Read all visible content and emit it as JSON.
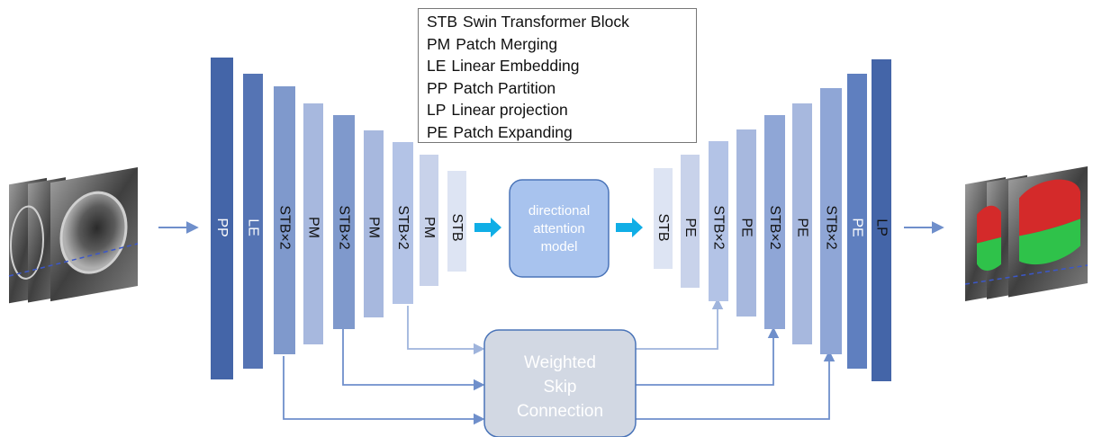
{
  "legend": {
    "items": [
      {
        "abbr": "STB",
        "text": "Swin Transformer Block"
      },
      {
        "abbr": "PM",
        "text": "Patch Merging"
      },
      {
        "abbr": "LE",
        "text": "Linear Embedding"
      },
      {
        "abbr": "PP",
        "text": "Patch Partition"
      },
      {
        "abbr": "LP",
        "text": "Linear projection"
      },
      {
        "abbr": "PE",
        "text": "Patch Expanding"
      }
    ]
  },
  "encoder_blocks": [
    "PP",
    "LE",
    "STB×2",
    "PM",
    "STB×2",
    "PM",
    "STB×2",
    "PM",
    "STB"
  ],
  "decoder_blocks": [
    "STB",
    "PE",
    "STB×2",
    "PE",
    "STB×2",
    "PE",
    "STB×2",
    "PE",
    "LP"
  ],
  "attention_box": {
    "lines": [
      "directional",
      "attention",
      "model"
    ]
  },
  "skip_box": {
    "lines": [
      "Weighted",
      "Skip",
      "Connection"
    ]
  },
  "colors": {
    "block_dark": "#4465a8",
    "block_mid": "#5f7fbf",
    "block_light": "#c8d2ea",
    "block_lightest": "#dde4f3",
    "attention_fill": "#a8c3ee",
    "attention_stroke": "#4a74b8",
    "skip_fill": "#d2d8e3",
    "skip_stroke": "#4a74b8",
    "connector": "#6f8fcb",
    "cyan_arrow": "#10aee6",
    "seg_red": "#d42a2a",
    "seg_green": "#2fc24a"
  }
}
